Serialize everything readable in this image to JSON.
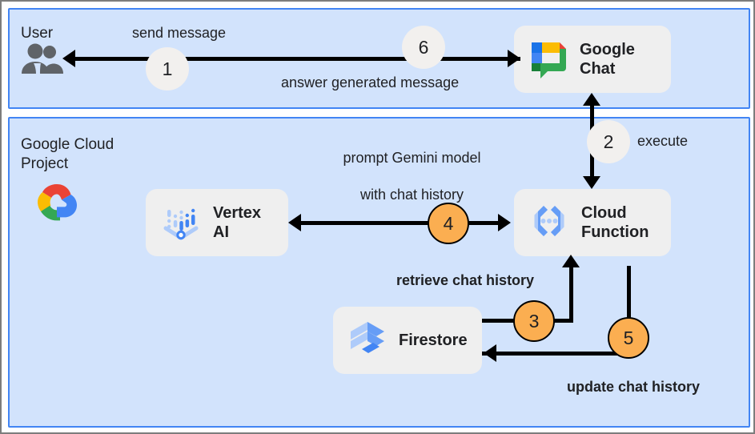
{
  "diagram": {
    "title": "Google Chat Gemini app architecture",
    "colors": {
      "panel_fill": "#d2e3fc",
      "panel_border": "#4285f4",
      "node_fill": "#efefef",
      "step_light": "#f2f0ee",
      "step_orange": "#fbae51",
      "text": "#202124",
      "edge": "#000000"
    }
  },
  "panels": [
    {
      "id": "user",
      "caption": "User"
    },
    {
      "id": "gcp",
      "caption": "Google Cloud\nProject"
    }
  ],
  "nodes": [
    {
      "id": "google-chat",
      "label": "Google\nChat",
      "icon": "google-chat-icon"
    },
    {
      "id": "vertex-ai",
      "label": "Vertex\nAI",
      "icon": "vertex-ai-icon"
    },
    {
      "id": "cloud-function",
      "label": "Cloud\nFunction",
      "icon": "cloud-function-icon"
    },
    {
      "id": "firestore",
      "label": "Firestore",
      "icon": "firestore-icon"
    }
  ],
  "icons": {
    "users": "users-icon",
    "google_cloud": "google-cloud-icon"
  },
  "steps": [
    {
      "number": "1",
      "style": "light",
      "label": "send message"
    },
    {
      "number": "2",
      "style": "light",
      "label": "execute"
    },
    {
      "number": "3",
      "style": "orange",
      "label": "retrieve chat history"
    },
    {
      "number": "4",
      "style": "orange",
      "label": "prompt Gemini model\nwith chat history"
    },
    {
      "number": "5",
      "style": "orange",
      "label": "update chat history"
    },
    {
      "number": "6",
      "style": "light",
      "label": "answer generated message"
    }
  ],
  "labels": {
    "send_message": "send message",
    "answer_generated_message": "answer generated message",
    "execute": "execute",
    "prompt_gemini_line1": "prompt Gemini model",
    "prompt_gemini_line2": "with chat history",
    "retrieve_chat_history": "retrieve chat history",
    "update_chat_history": "update chat history"
  }
}
